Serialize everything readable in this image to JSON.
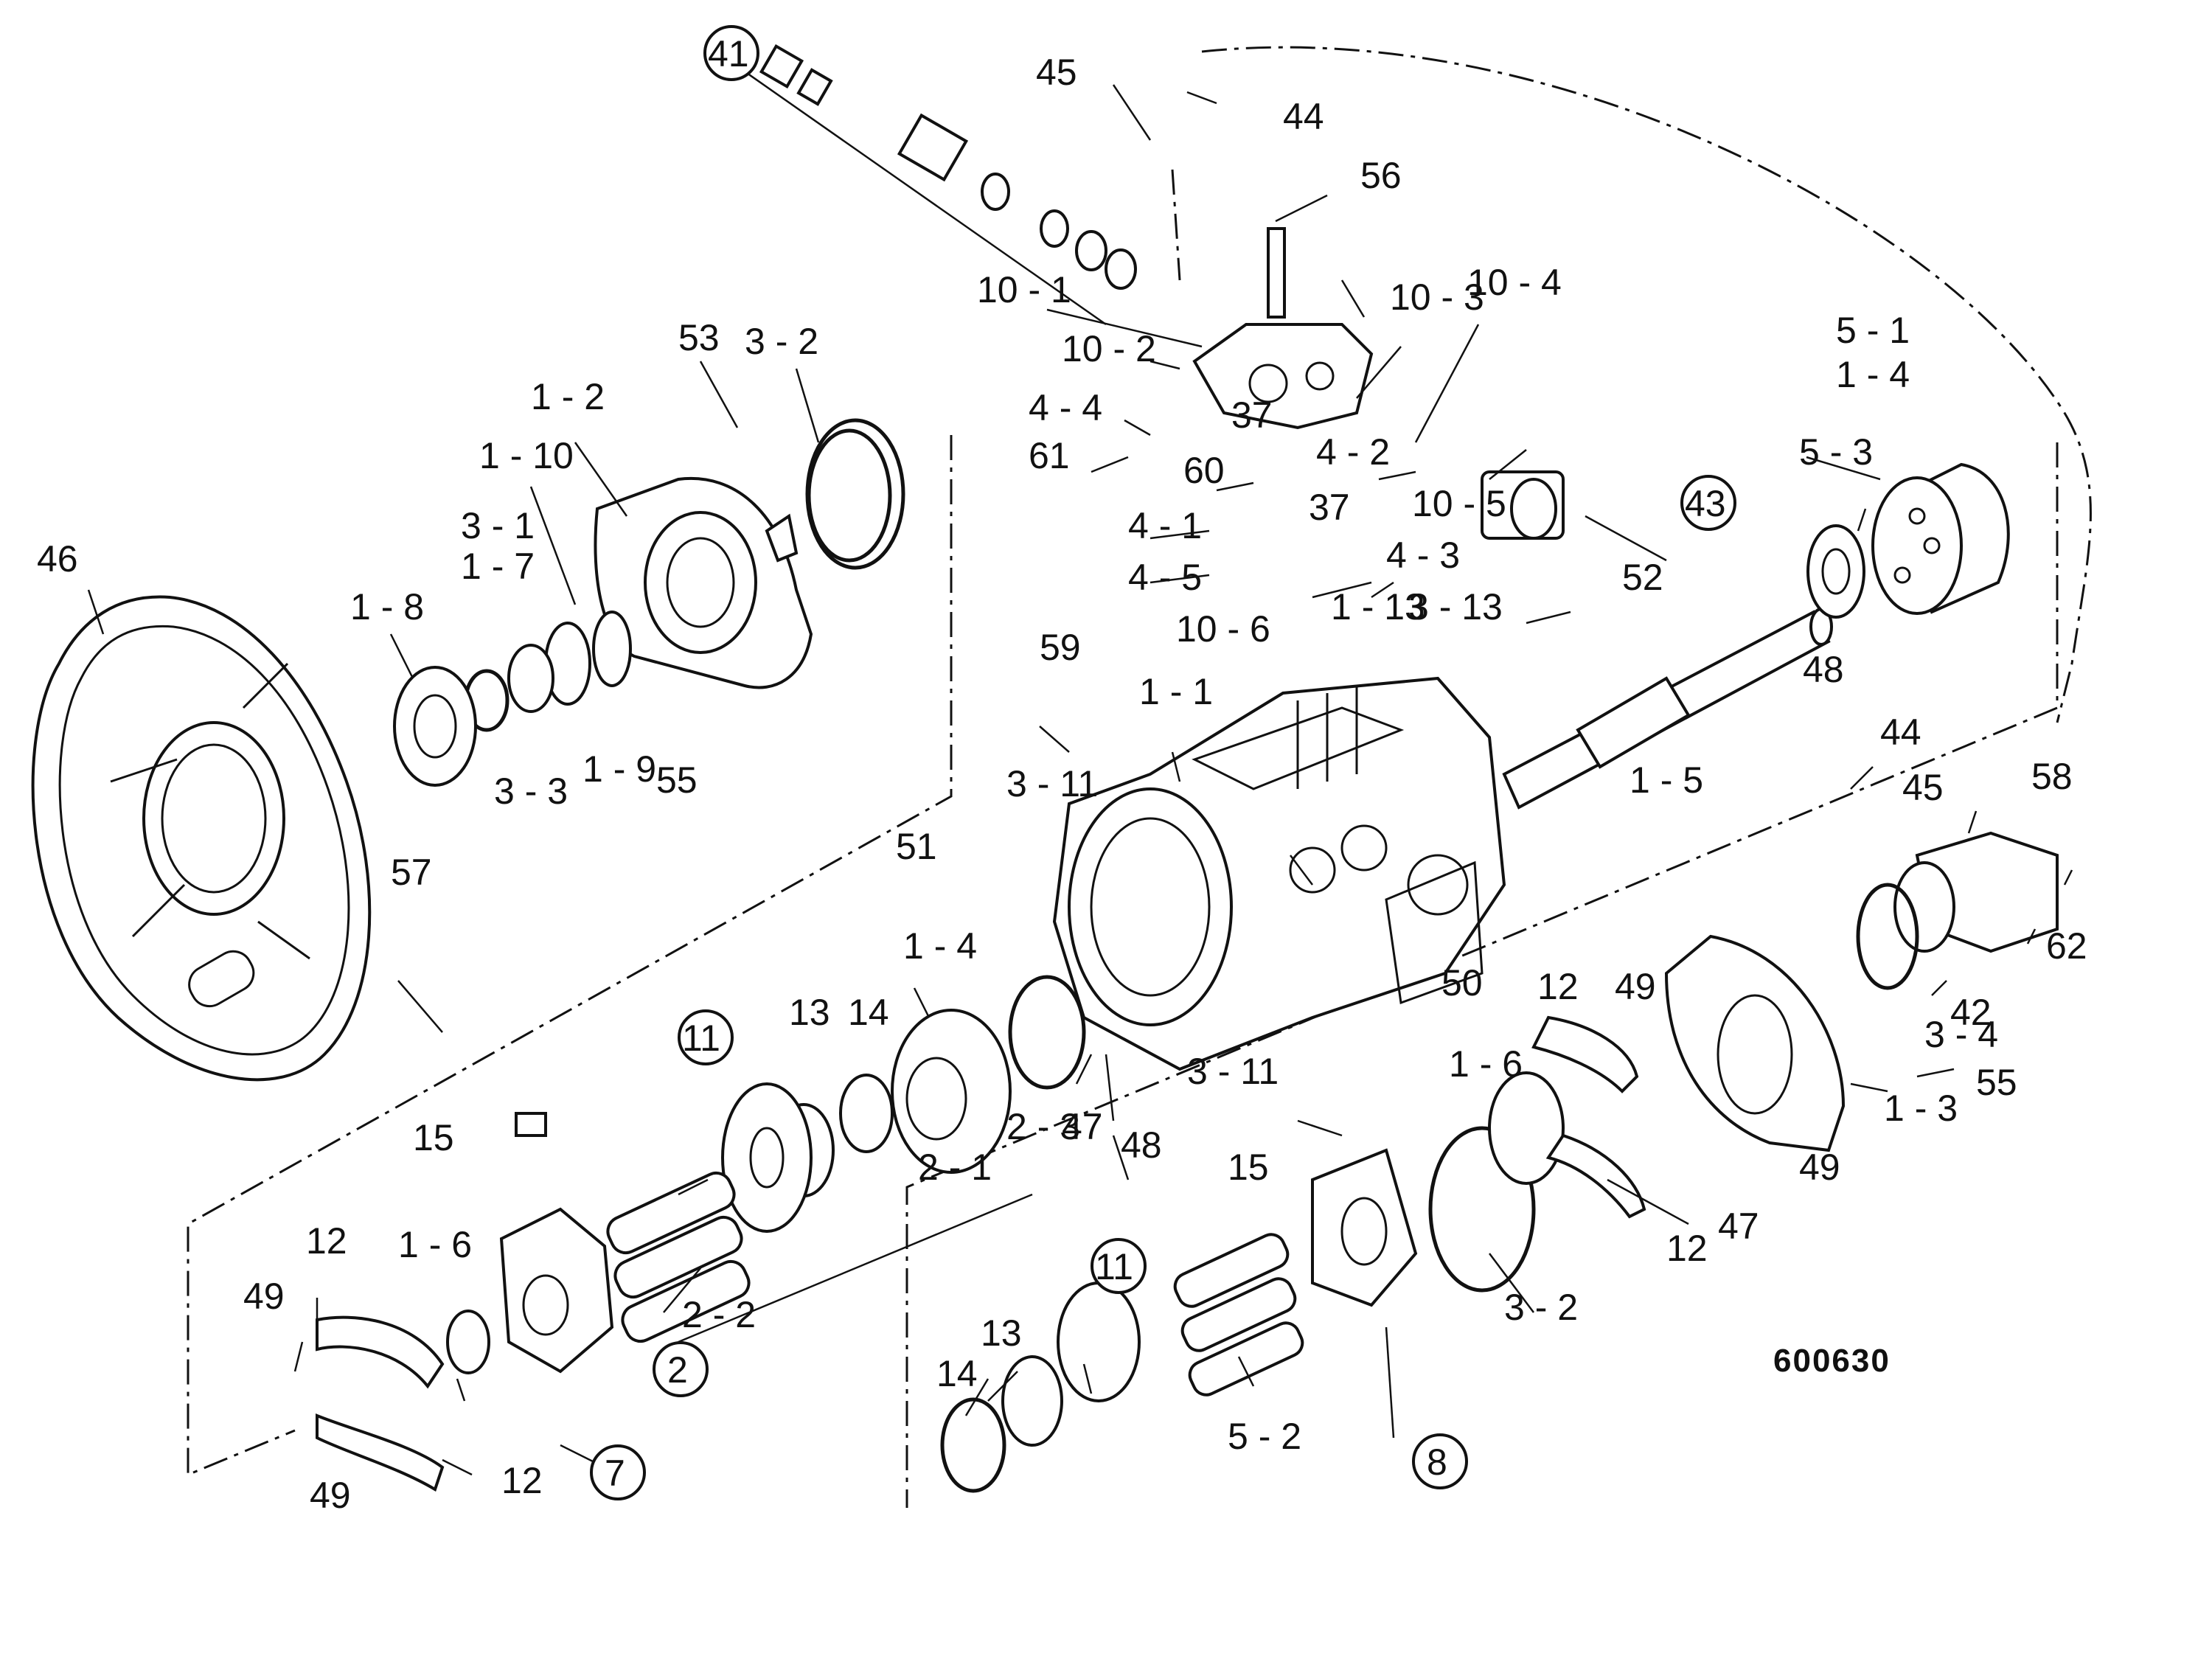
{
  "drawing_number": "600630",
  "callouts": [
    {
      "id": "c41",
      "text": "41",
      "circled": true
    },
    {
      "id": "c45a",
      "text": "45"
    },
    {
      "id": "c44a",
      "text": "44"
    },
    {
      "id": "c56",
      "text": "56"
    },
    {
      "id": "c10-1",
      "text": "10 - 1"
    },
    {
      "id": "c10-3",
      "text": "10 - 3"
    },
    {
      "id": "c10-4",
      "text": "10 - 4"
    },
    {
      "id": "c10-2",
      "text": "10 - 2"
    },
    {
      "id": "c4-4",
      "text": "4 - 4"
    },
    {
      "id": "c37a",
      "text": "37"
    },
    {
      "id": "c61",
      "text": "61"
    },
    {
      "id": "c60",
      "text": "60"
    },
    {
      "id": "c4-2",
      "text": "4 - 2"
    },
    {
      "id": "c10-5",
      "text": "10 - 5"
    },
    {
      "id": "c43",
      "text": "43",
      "circled": true
    },
    {
      "id": "c5-1",
      "text": "5 - 1"
    },
    {
      "id": "c1-4a",
      "text": "1 - 4"
    },
    {
      "id": "c5-3",
      "text": "5 - 3"
    },
    {
      "id": "c53",
      "text": "53"
    },
    {
      "id": "c3-2a",
      "text": "3 - 2"
    },
    {
      "id": "c1-2",
      "text": "1 - 2"
    },
    {
      "id": "c1-10",
      "text": "1 - 10"
    },
    {
      "id": "c3-1",
      "text": "3 - 1"
    },
    {
      "id": "c1-7",
      "text": "1 - 7"
    },
    {
      "id": "c1-8",
      "text": "1 - 8"
    },
    {
      "id": "c46",
      "text": "46"
    },
    {
      "id": "c4-1",
      "text": "4 - 1"
    },
    {
      "id": "c37b",
      "text": "37"
    },
    {
      "id": "c4-5",
      "text": "4 - 5"
    },
    {
      "id": "c4-3",
      "text": "4 - 3"
    },
    {
      "id": "c52",
      "text": "52"
    },
    {
      "id": "c10-6",
      "text": "10 - 6"
    },
    {
      "id": "c1-13",
      "text": "1 - 13"
    },
    {
      "id": "c3-13",
      "text": "3 - 13"
    },
    {
      "id": "c48a",
      "text": "48"
    },
    {
      "id": "c59",
      "text": "59"
    },
    {
      "id": "c1-1",
      "text": "1 - 1"
    },
    {
      "id": "c44b",
      "text": "44"
    },
    {
      "id": "c1-5",
      "text": "1 - 5"
    },
    {
      "id": "c45b",
      "text": "45"
    },
    {
      "id": "c58",
      "text": "58"
    },
    {
      "id": "c57",
      "text": "57"
    },
    {
      "id": "c3-3",
      "text": "3 - 3"
    },
    {
      "id": "c1-9",
      "text": "1 - 9"
    },
    {
      "id": "c55a",
      "text": "55"
    },
    {
      "id": "c3-11a",
      "text": "3 - 11"
    },
    {
      "id": "c51",
      "text": "51"
    },
    {
      "id": "c62",
      "text": "62"
    },
    {
      "id": "c1-4b",
      "text": "1 - 4"
    },
    {
      "id": "c50",
      "text": "50"
    },
    {
      "id": "c42",
      "text": "42"
    },
    {
      "id": "c3-4",
      "text": "3 - 4"
    },
    {
      "id": "c11a",
      "text": "11",
      "circled": true
    },
    {
      "id": "c13a",
      "text": "13"
    },
    {
      "id": "c14a",
      "text": "14"
    },
    {
      "id": "c49a",
      "text": "49"
    },
    {
      "id": "c12a",
      "text": "12"
    },
    {
      "id": "c2-3",
      "text": "2 - 3"
    },
    {
      "id": "c47a",
      "text": "47"
    },
    {
      "id": "c48b",
      "text": "48"
    },
    {
      "id": "c3-11b",
      "text": "3 - 11"
    },
    {
      "id": "c1-6a",
      "text": "1 - 6"
    },
    {
      "id": "c55b",
      "text": "55"
    },
    {
      "id": "c1-3",
      "text": "1 - 3"
    },
    {
      "id": "c15a",
      "text": "15"
    },
    {
      "id": "c2-1",
      "text": "2 - 1"
    },
    {
      "id": "c15b",
      "text": "15"
    },
    {
      "id": "c49b",
      "text": "49"
    },
    {
      "id": "c47b",
      "text": "47"
    },
    {
      "id": "c12b",
      "text": "12"
    },
    {
      "id": "c12c",
      "text": "12"
    },
    {
      "id": "c1-6b",
      "text": "1 - 6"
    },
    {
      "id": "c2-2",
      "text": "2 - 2"
    },
    {
      "id": "c2",
      "text": "2",
      "circled": true
    },
    {
      "id": "c3-2b",
      "text": "3 - 2"
    },
    {
      "id": "c11b",
      "text": "11",
      "circled": true
    },
    {
      "id": "c13b",
      "text": "13"
    },
    {
      "id": "c14b",
      "text": "14"
    },
    {
      "id": "c49c",
      "text": "49"
    },
    {
      "id": "c5-2",
      "text": "5 - 2"
    },
    {
      "id": "c8",
      "text": "8",
      "circled": true
    },
    {
      "id": "c12d",
      "text": "12"
    },
    {
      "id": "c49d",
      "text": "49"
    },
    {
      "id": "c7",
      "text": "7",
      "circled": true
    }
  ]
}
